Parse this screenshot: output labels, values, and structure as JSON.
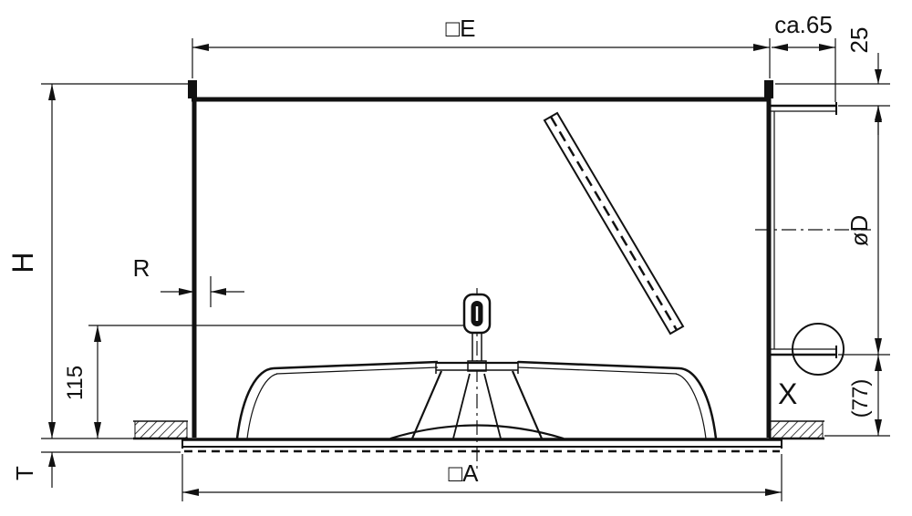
{
  "labels": {
    "dim_E": "□E",
    "dim_ca65": "ca.65",
    "dim_25": "25",
    "dim_H": "H",
    "dim_R": "R",
    "dim_115": "115",
    "dim_T": "T",
    "dim_A": "□A",
    "dim_oD": "øD",
    "dim_77": "(77)",
    "detail_X": "X"
  },
  "colors": {
    "line": "#111111",
    "background": "#ffffff"
  }
}
